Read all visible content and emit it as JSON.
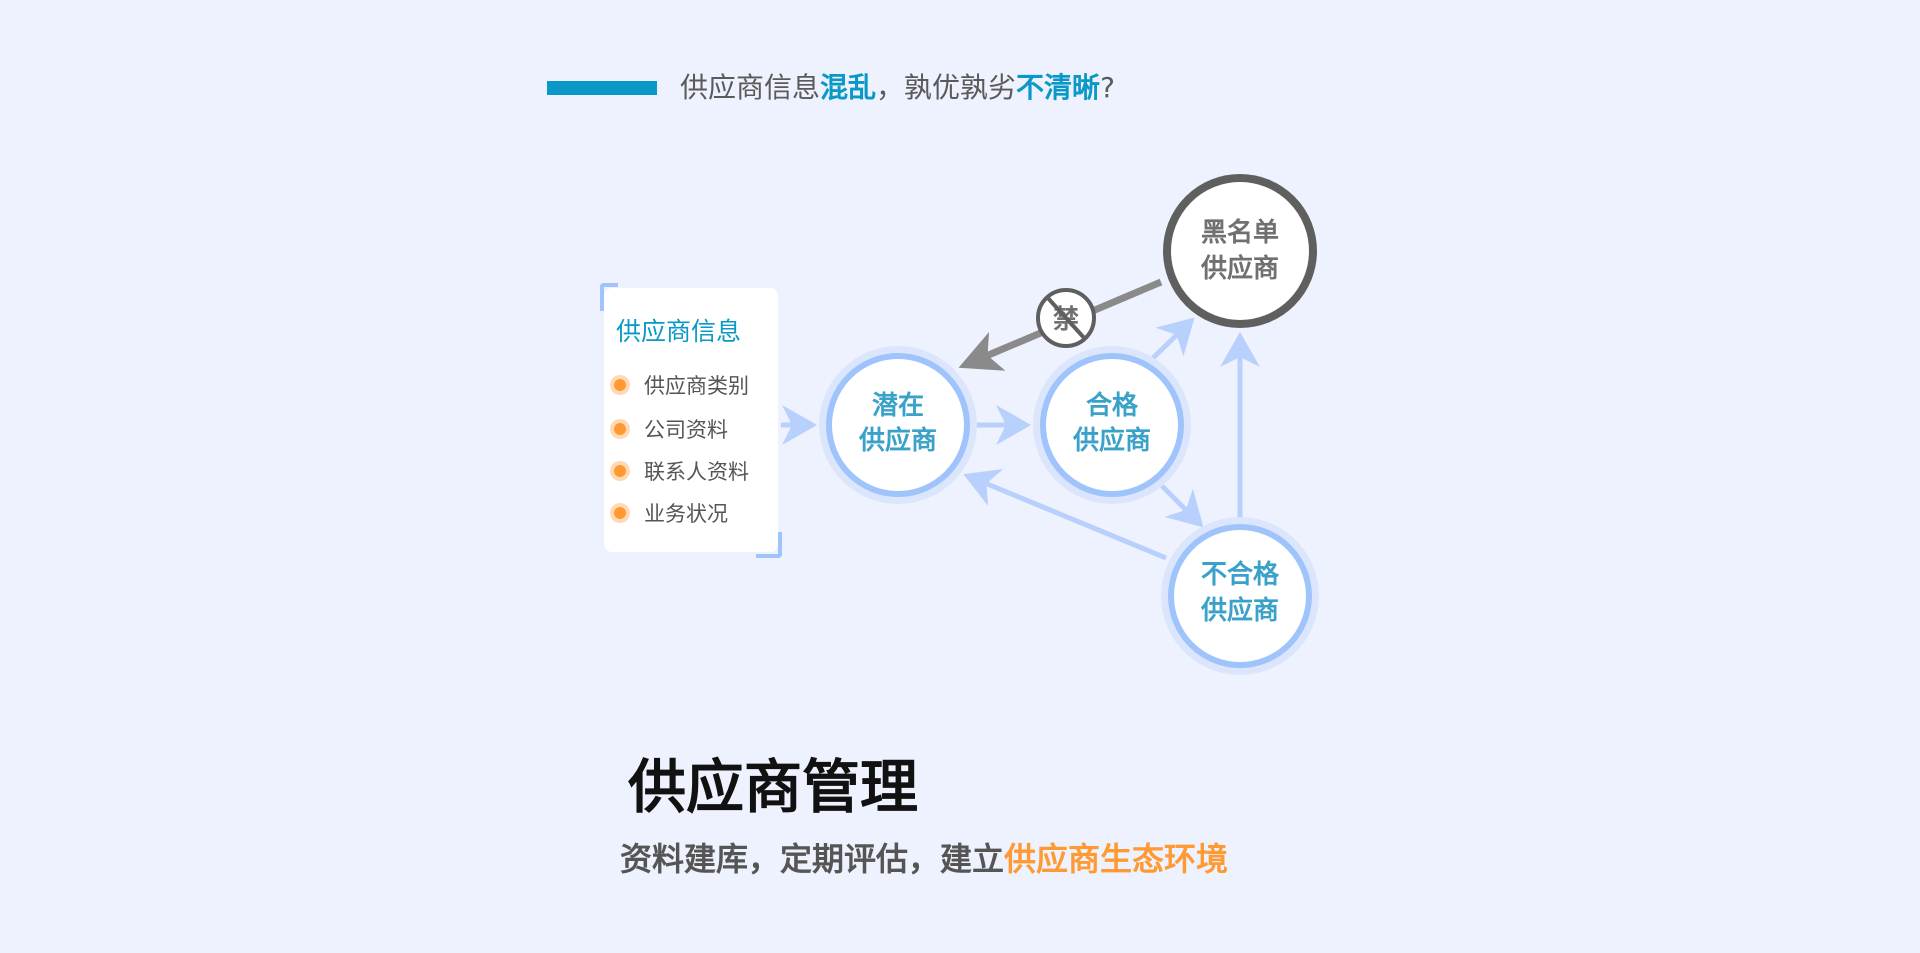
{
  "heading": {
    "part1": "供应商信息",
    "part2": "混乱",
    "part3": "，孰优孰劣",
    "part4": "不清晰",
    "part5": "?"
  },
  "info_card": {
    "title": "供应商信息",
    "items": [
      "供应商类别",
      "公司资料",
      "联系人资料",
      "业务状况"
    ]
  },
  "nodes": {
    "potential": {
      "line1": "潜在",
      "line2": "供应商"
    },
    "qualified": {
      "line1": "合格",
      "line2": "供应商"
    },
    "unqualified": {
      "line1": "不合格",
      "line2": "供应商"
    },
    "blacklist": {
      "line1": "黑名单",
      "line2": "供应商"
    },
    "forbidden": "禁"
  },
  "title": "供应商管理",
  "subtitle": {
    "part1": "资料建库，定期评估，建立",
    "part2": "供应商生态环境"
  },
  "colors": {
    "accent": "#0a98c6",
    "node_border": "#9fc3fb",
    "orange": "#ff9933",
    "gray": "#5f5f5f"
  }
}
